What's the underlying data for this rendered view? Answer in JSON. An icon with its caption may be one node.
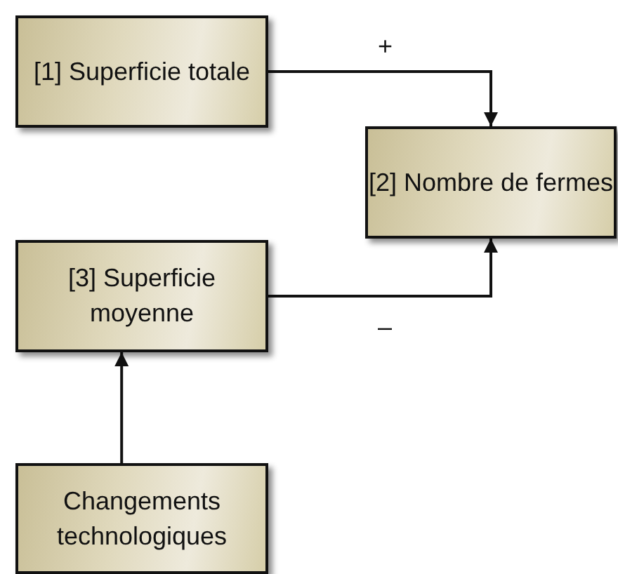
{
  "diagram": {
    "nodes": [
      {
        "text": [
          "[1] Superficie totale"
        ]
      },
      {
        "text": [
          "[2] Nombre de fermes"
        ]
      },
      {
        "text": [
          "[3] Superficie moyenne"
        ]
      },
      {
        "text": [
          "Changements technologiques"
        ]
      }
    ],
    "edges": [
      {
        "from": 0,
        "to": 1,
        "arrow": "to",
        "label": "+"
      },
      {
        "from": 2,
        "to": 1,
        "arrow": "to",
        "label": "–"
      },
      {
        "from": 3,
        "to": 2,
        "arrow": "to"
      }
    ]
  }
}
